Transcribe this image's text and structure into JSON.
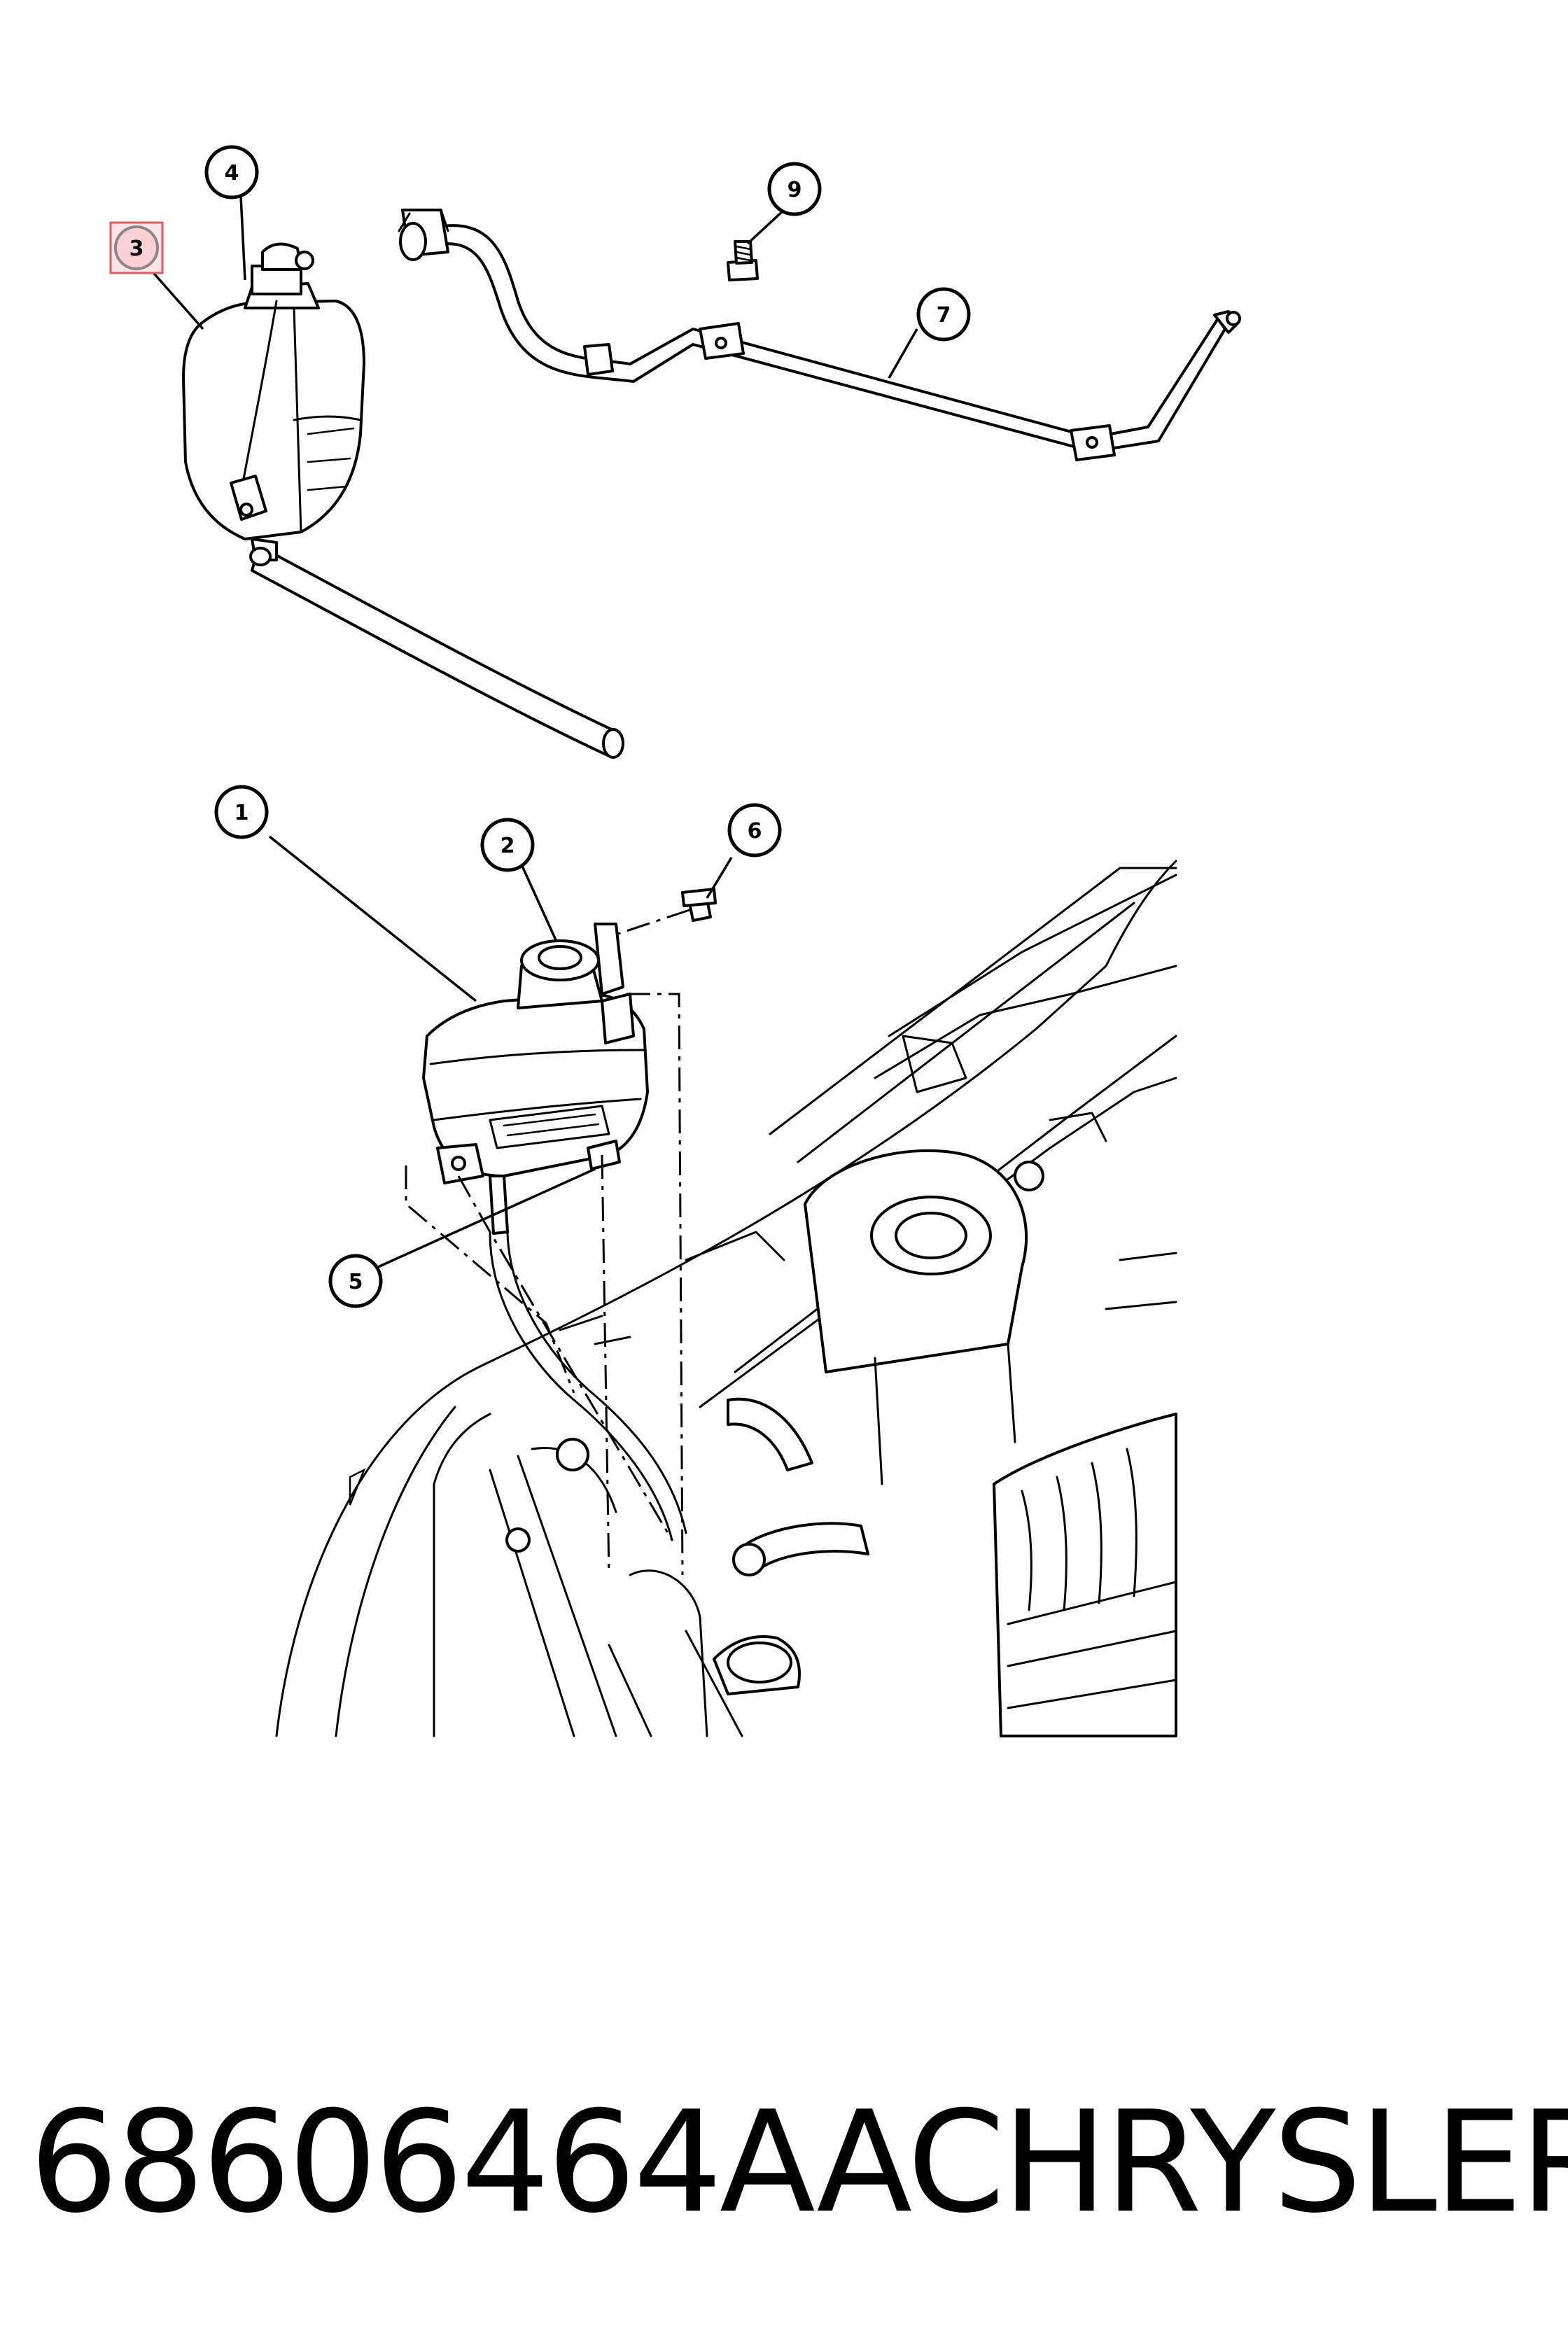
{
  "callouts": {
    "c1": "1",
    "c2": "2",
    "c3": "3",
    "c4": "4",
    "c5": "5",
    "c6": "6",
    "c7": "7",
    "c9": "9"
  },
  "highlight_color": "#e05a64",
  "footer": {
    "part_number": "68606464AA",
    "brand": "CHRYSLER"
  }
}
